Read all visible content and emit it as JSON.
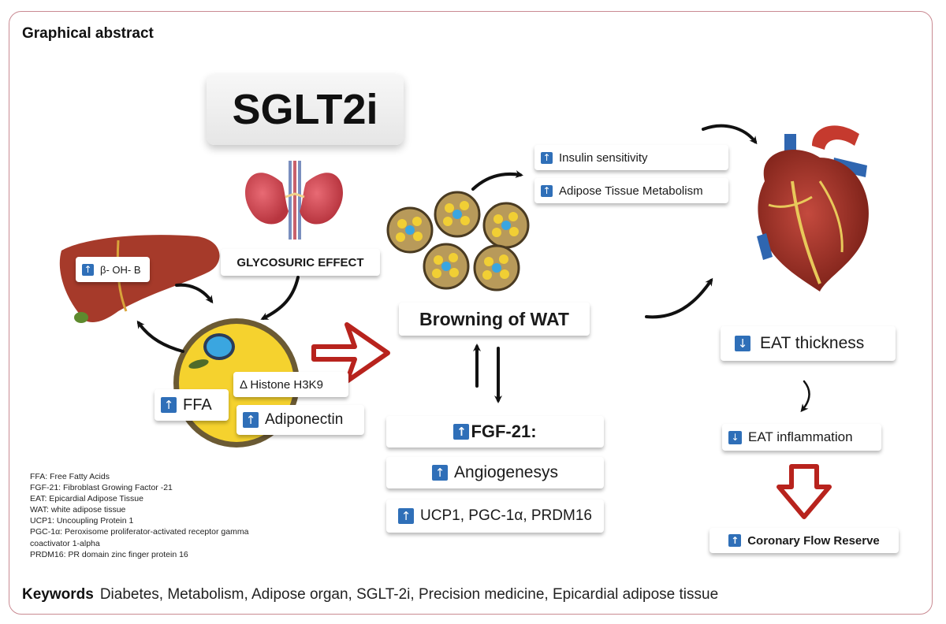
{
  "heading": "Graphical abstract",
  "title": "SGLT2i",
  "glycosuric": "GLYCOSURIC EFFECT",
  "liver": {
    "label": "β- OH- B"
  },
  "cell": {
    "histone": "Δ Histone H3K9",
    "ffa": "FFA",
    "adiponectin": "Adiponectin"
  },
  "browning": "Browning of WAT",
  "top_effects": {
    "insulin": "Insulin sensitivity",
    "metabolism": "Adipose Tissue Metabolism"
  },
  "fgf": {
    "title": "FGF-21:",
    "angio": "Angiogenesys",
    "ucp": "UCP1, PGC-1α, PRDM16"
  },
  "heart_effects": {
    "thickness": "EAT thickness",
    "inflammation": "EAT inflammation",
    "cfr": "Coronary Flow Reserve"
  },
  "indicators": {
    "up": "↑",
    "down": "↓"
  },
  "abbreviations": [
    "FFA: Free Fatty Acids",
    "FGF-21: Fibroblast Growing Factor -21",
    "EAT: Epicardial Adipose Tissue",
    "WAT: white adipose tissue",
    "UCP1: Uncoupling Protein 1",
    "PGC-1α: Peroxisome proliferator-activated receptor gamma",
    "coactivator 1-alpha",
    "PRDM16: PR domain zinc finger protein 16"
  ],
  "keywords": {
    "label": "Keywords",
    "text": "Diabetes, Metabolism, Adipose organ, SGLT-2i, Precision medicine, Epicardial adipose tissue"
  },
  "colors": {
    "indicator_blue": "#2f6fb8",
    "frame": "#c98a92",
    "red_arrow": "#b8231d"
  }
}
